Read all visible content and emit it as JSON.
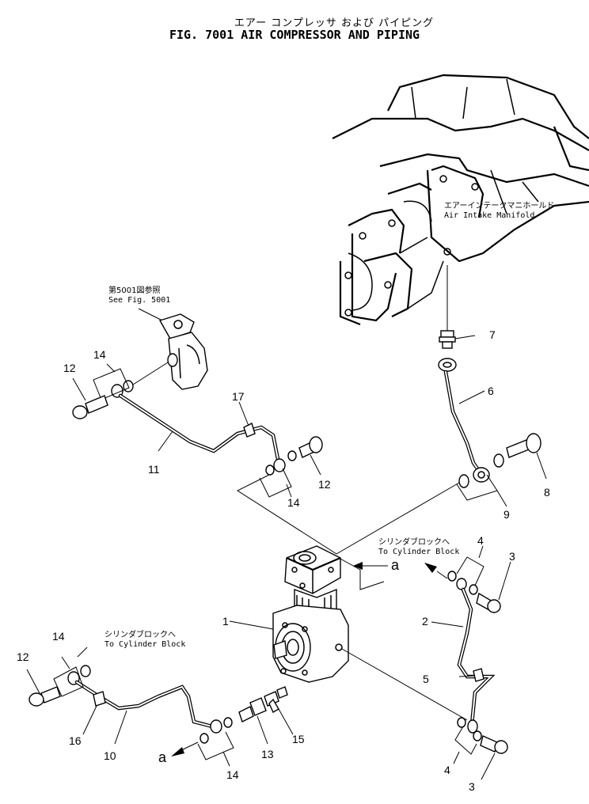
{
  "header": {
    "title_jp": "エアー コンプレッサ および パイピング",
    "title_en": "FIG. 7001  AIR COMPRESSOR AND PIPING"
  },
  "notes": {
    "manifold_jp": "エアーインテークマニホールド",
    "manifold_en": "Air Intake Manifold",
    "seefig_jp": "第5001図参照",
    "seefig_en": "See Fig. 5001",
    "cyl_right_jp": "シリンダブロックへ",
    "cyl_right_en": "To Cylinder Block",
    "cyl_left_jp": "シリンダブロックへ",
    "cyl_left_en": "To Cylinder Block"
  },
  "callouts": {
    "n1": "1",
    "n2": "2",
    "n3a": "3",
    "n3b": "3",
    "n4a": "4",
    "n4b": "4",
    "n5": "5",
    "n6": "6",
    "n7": "7",
    "n8": "8",
    "n9": "9",
    "n10": "10",
    "n11": "11",
    "n12a": "12",
    "n12b": "12",
    "n12c": "12",
    "n13": "13",
    "n14a": "14",
    "n14b": "14",
    "n14c": "14",
    "n14d": "14",
    "n15": "15",
    "n16": "16",
    "n17": "17"
  },
  "refs": {
    "a_right": "a",
    "a_left": "a"
  }
}
